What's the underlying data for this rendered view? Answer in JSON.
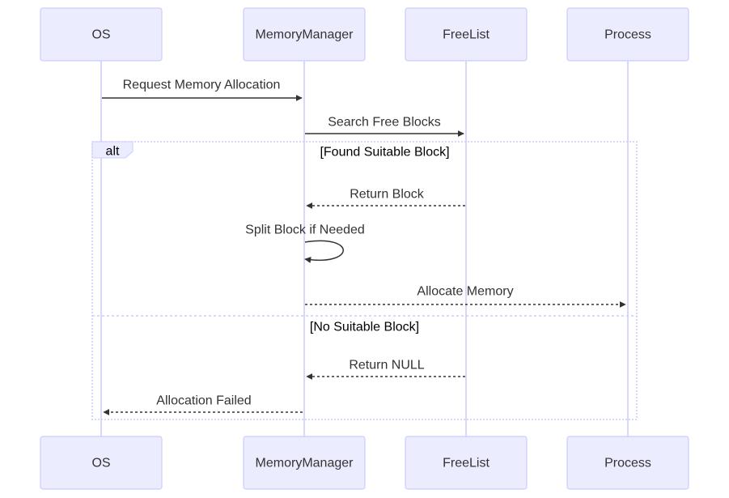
{
  "participants": [
    {
      "id": "os",
      "label": "OS"
    },
    {
      "id": "mm",
      "label": "MemoryManager"
    },
    {
      "id": "fl",
      "label": "FreeList"
    },
    {
      "id": "proc",
      "label": "Process"
    }
  ],
  "messages": [
    {
      "from": "os",
      "to": "mm",
      "label": "Request Memory Allocation",
      "style": "solid"
    },
    {
      "from": "mm",
      "to": "fl",
      "label": "Search Free Blocks",
      "style": "solid"
    },
    {
      "from": "fl",
      "to": "mm",
      "label": "Return Block",
      "style": "dashed"
    },
    {
      "from": "mm",
      "to": "mm",
      "label": "Split Block if Needed",
      "style": "solid"
    },
    {
      "from": "mm",
      "to": "proc",
      "label": "Allocate Memory",
      "style": "dashed"
    },
    {
      "from": "fl",
      "to": "mm",
      "label": "Return NULL",
      "style": "dashed"
    },
    {
      "from": "mm",
      "to": "os",
      "label": "Allocation Failed",
      "style": "dashed"
    }
  ],
  "alt_block": {
    "tag": "alt",
    "conditions": [
      "[Found Suitable Block]",
      "[No Suitable Block]"
    ]
  },
  "colors": {
    "actor_fill": "#ECECFF",
    "actor_border": "#CCCCFF",
    "line": "#333333",
    "text": "#333333"
  }
}
